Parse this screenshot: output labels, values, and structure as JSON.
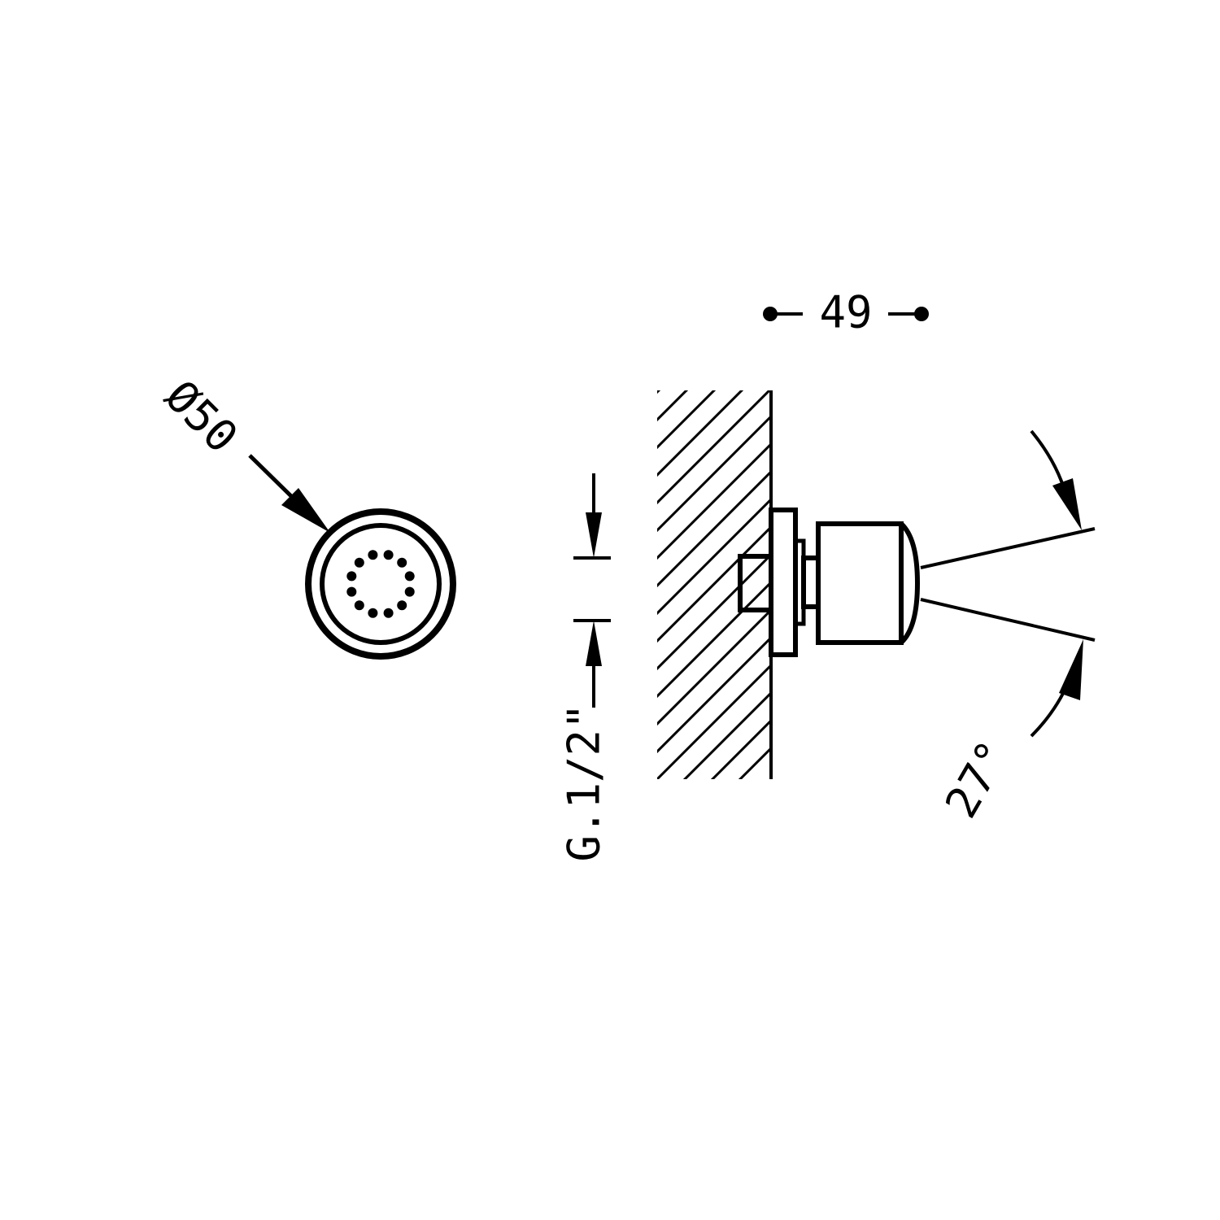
{
  "front_view": {
    "diameter_label": "Ø50",
    "nozzle_count": 12
  },
  "side_view": {
    "width_label": "49",
    "thread_label": "G.1/2\"",
    "spray_angle_label": "27°"
  },
  "colors": {
    "line": "#000000",
    "background": "#ffffff"
  }
}
